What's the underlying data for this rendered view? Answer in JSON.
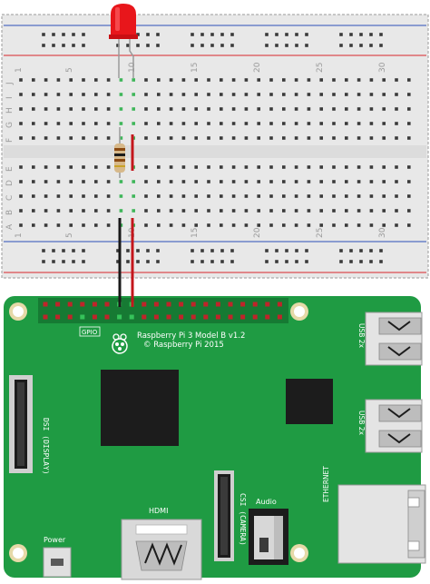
{
  "breadboard": {
    "column_numbers": [
      "1",
      "5",
      "10",
      "15",
      "20",
      "25",
      "30"
    ],
    "row_letters_top": [
      "J",
      "I",
      "H",
      "G",
      "F"
    ],
    "row_letters_bottom": [
      "E",
      "D",
      "C",
      "B",
      "A"
    ],
    "colors": {
      "body": "#e8e8e8",
      "rail_red": "#d9262b",
      "rail_blue": "#2b4fb8",
      "hole": "#3a3a3a",
      "connected_hole": "#3fb65a"
    }
  },
  "components": {
    "led_color": "#e8161b",
    "resistor_color": "#d7b98a",
    "wire_red": "#c4161c",
    "wire_black": "#1a1a1a"
  },
  "board": {
    "model_line1": "Raspberry Pi 3 Model B v1.2",
    "model_line2": "© Raspberry Pi 2015",
    "gpio_label": "GPIO",
    "dsi_label": "DSI (DISPLAY)",
    "csi_label": "CSI (CAMERA)",
    "hdmi_label": "HDMI",
    "audio_label": "Audio",
    "power_label": "Power",
    "ethernet_label": "ETHERNET",
    "usb_top_label": "USB 2x",
    "usb_bottom_label": "USB 2x",
    "logo_icon": "raspberry-logo-icon",
    "colors": {
      "pcb": "#1f9b43",
      "chip": "#1c1c1c",
      "connector": "#cfcfcf",
      "gpio_pin": "#c0242a",
      "gpio_active_pin": "#35c35a",
      "mount_hole": "#e6d9a8"
    }
  }
}
